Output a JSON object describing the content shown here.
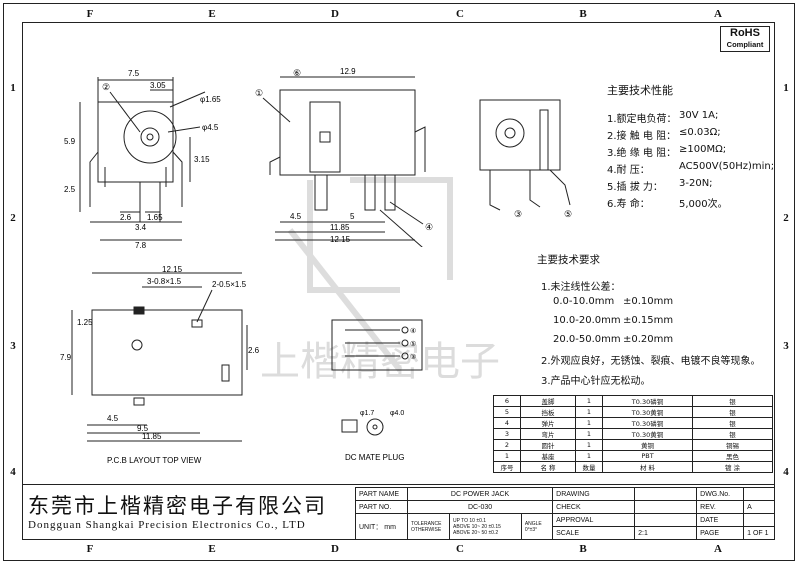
{
  "zones_columns": [
    "F",
    "E",
    "D",
    "C",
    "B",
    "A"
  ],
  "zones_rows": [
    "1",
    "2",
    "3",
    "4"
  ],
  "rohs": {
    "line1": "RoHS",
    "line2": "Compliant"
  },
  "specs": {
    "title": "主要技术性能",
    "items": [
      {
        "label": "1.额定电负荷：",
        "value": "30V 1A;"
      },
      {
        "label": "2.接 触 电 阻：",
        "value": "≤0.03Ω;"
      },
      {
        "label": "3.绝 缘 电 阻：",
        "value": "≥100MΩ;"
      },
      {
        "label": "4.耐        压：",
        "value": "AC500V(50Hz)min;"
      },
      {
        "label": "5.插   拔   力：",
        "value": "3-20N;"
      },
      {
        "label": "6.寿        命：",
        "value": "5,000次。"
      }
    ]
  },
  "requirements": {
    "title": "主要技术要求",
    "tolerance_title": "1.未注线性公差：",
    "tolerances": [
      {
        "range": "0.0-10.0mm",
        "tol": "±0.10mm"
      },
      {
        "range": "10.0-20.0mm",
        "tol": "±0.15mm"
      },
      {
        "range": "20.0-50.0mm",
        "tol": "±0.20mm"
      }
    ],
    "item2": "2.外观应良好，无锈蚀、裂痕、电镀不良等现象。",
    "item3": "3.产品中心针应无松动。"
  },
  "bom": {
    "rows": [
      {
        "no": "6",
        "name": "盖脚",
        "qty": "1",
        "material": "T0.30磷铜",
        "plating": "银"
      },
      {
        "no": "5",
        "name": "挡板",
        "qty": "1",
        "material": "T0.30黄铜",
        "plating": "银"
      },
      {
        "no": "4",
        "name": "弹片",
        "qty": "1",
        "material": "T0.30磷铜",
        "plating": "银"
      },
      {
        "no": "3",
        "name": "弯片",
        "qty": "1",
        "material": "T0.30黄铜",
        "plating": "银"
      },
      {
        "no": "2",
        "name": "圆针",
        "qty": "1",
        "material": "黄铜",
        "plating": "铜锡"
      },
      {
        "no": "1",
        "name": "基座",
        "qty": "1",
        "material": "PBT",
        "plating": "黑色"
      }
    ],
    "header": {
      "no": "序号",
      "name": "名  称",
      "qty": "数量",
      "material": "材  料",
      "plating": "镀  涂"
    }
  },
  "drawing_labels": {
    "top_dims": [
      "7.5",
      "3.05",
      "φ1.65",
      "φ4.5",
      "5.9",
      "3.15",
      "2.5",
      "2.6",
      "1.65",
      "3.4",
      "7.8"
    ],
    "side_dims": [
      "12.9",
      "4.5",
      "5",
      "11.85",
      "12.15"
    ],
    "pcb_dims": [
      "12.15",
      "3-0.8×1.5",
      "2-0.5×1.5",
      "1.25",
      "7.9",
      "2.6",
      "4.5",
      "9.5",
      "11.85"
    ],
    "plug_dims": [
      "φ1.7",
      "φ4.0"
    ],
    "callouts": [
      "①",
      "②",
      "③",
      "④",
      "⑤",
      "⑥"
    ],
    "pcb_caption": "P.C.B LAYOUT  TOP VIEW",
    "plug_caption": "DC MATE PLUG"
  },
  "title_block": {
    "company_cn": "东莞市上楷精密电子有限公司",
    "company_en": "Dongguan Shangkai Precision Electronics Co., LTD",
    "part_name_label": "PART NAME",
    "part_name": "DC POWER JACK",
    "part_no_label": "PART NO.",
    "part_no": "DC-030",
    "unit_label": "UNIT：",
    "unit": "mm",
    "tolerance_label": "TOLERANCE OTHERWISE",
    "tol_rows": [
      "UP TO 10    ±0.1",
      "ABOVE 10~  20   ±0.15",
      "ABOVE 20~  50   ±0.2"
    ],
    "angle_label": "ANGLE",
    "angle": "0°±3°",
    "drawing": "DRAWING",
    "check": "CHECK",
    "approval": "APPROVAL",
    "scale_label": "SCALE",
    "scale": "2:1",
    "dwg_no_label": "DWG.No.",
    "rev_label": "REV.",
    "rev": "A",
    "date_label": "DATE",
    "page_label": "PAGE",
    "page": "1 OF 1"
  },
  "watermark": "上楷精密电子"
}
